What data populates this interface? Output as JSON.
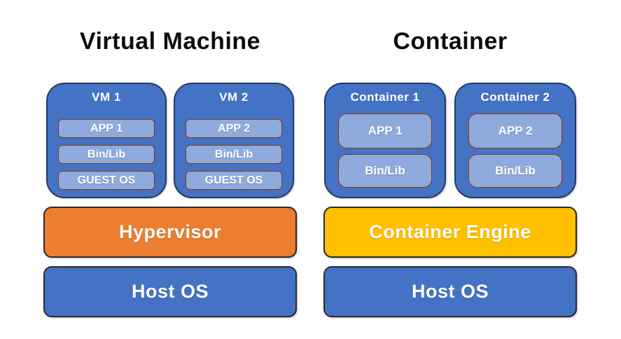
{
  "diagram": {
    "background": "#ffffff",
    "colors": {
      "unit_fill": "#4472C4",
      "unit_border": "#233a66",
      "item_fill": "#8FAADC",
      "item_border": "#843C0C",
      "hypervisor_fill": "#ED7D31",
      "container_engine_fill": "#FFC000",
      "host_os_fill": "#4472C4",
      "title_text": "#0d0d0d",
      "box_text": "#ffffff"
    }
  },
  "columns": [
    {
      "title": "Virtual Machine",
      "units": [
        {
          "title": "VM 1",
          "items": [
            "APP 1",
            "Bin/Lib",
            "GUEST OS"
          ]
        },
        {
          "title": "VM 2",
          "items": [
            "APP 2",
            "Bin/Lib",
            "GUEST OS"
          ]
        }
      ],
      "layers": [
        {
          "label": "Hypervisor",
          "color": "#ED7D31"
        },
        {
          "label": "Host OS",
          "color": "#4472C4"
        }
      ]
    },
    {
      "title": "Container",
      "units": [
        {
          "title": "Container 1",
          "items": [
            "APP 1",
            "Bin/Lib"
          ]
        },
        {
          "title": "Container 2",
          "items": [
            "APP 2",
            "Bin/Lib"
          ]
        }
      ],
      "layers": [
        {
          "label": "Container Engine",
          "color": "#FFC000"
        },
        {
          "label": "Host OS",
          "color": "#4472C4"
        }
      ]
    }
  ]
}
